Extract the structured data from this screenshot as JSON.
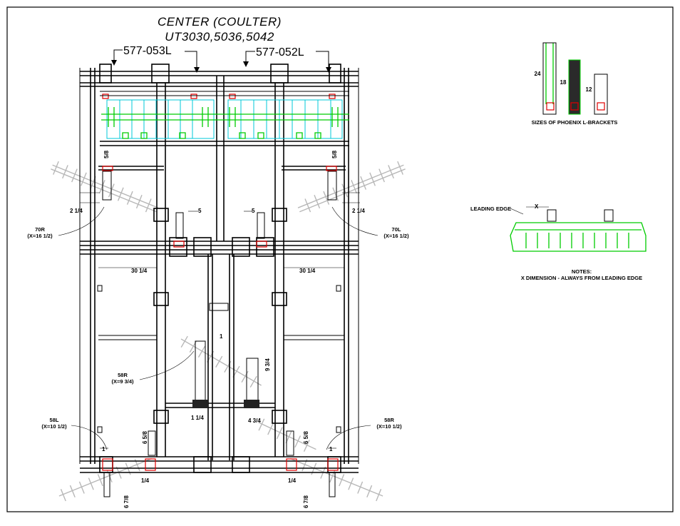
{
  "title": {
    "line1": "CENTER (COULTER)",
    "line2": "UT3030,5036,5042"
  },
  "parts": {
    "left": "577-053L",
    "right": "577-052L"
  },
  "brackets": {
    "caption": "SIZES OF PHOENIX L-BRACKETS",
    "sizes": [
      "24",
      "18",
      "12"
    ]
  },
  "detail": {
    "leading_edge": "LEADING EDGE",
    "x_label": "X",
    "notes_title": "NOTES:",
    "notes_text": "X DIMENSION - ALWAYS FROM LEADING EDGE"
  },
  "callouts": {
    "70R": {
      "name": "70R",
      "x": "(X=16 1/2)"
    },
    "70L": {
      "name": "70L",
      "x": "(X=16 1/2)"
    },
    "58R_mid": {
      "name": "58R",
      "x": "(X=9 3/4)"
    },
    "58L": {
      "name": "58L",
      "x": "(X=10 1/2)"
    },
    "58R_low": {
      "name": "58R",
      "x": "(X=10 1/2)"
    }
  },
  "dims": {
    "top_left": "5/8",
    "top_right": "5/8",
    "two_quarter_left": "2 1/4",
    "two_quarter_right": "2 1/4",
    "five_left": "5",
    "five_right": "5",
    "thirty_left": "30 1/4",
    "thirty_right": "30 1/4",
    "one_mid": "1",
    "one_quarter_mid": "1 1/4",
    "four_three_quarter": "4 3/4",
    "nine_three_quarter": "9 3/4",
    "six_five_left": "6 5/8",
    "six_five_right": "6 5/8",
    "one_left": "1",
    "one_right": "1",
    "quarter_left": "1/4",
    "quarter_right": "1/4",
    "six_seven_left": "6 7/8",
    "six_seven_right": "6 7/8"
  }
}
